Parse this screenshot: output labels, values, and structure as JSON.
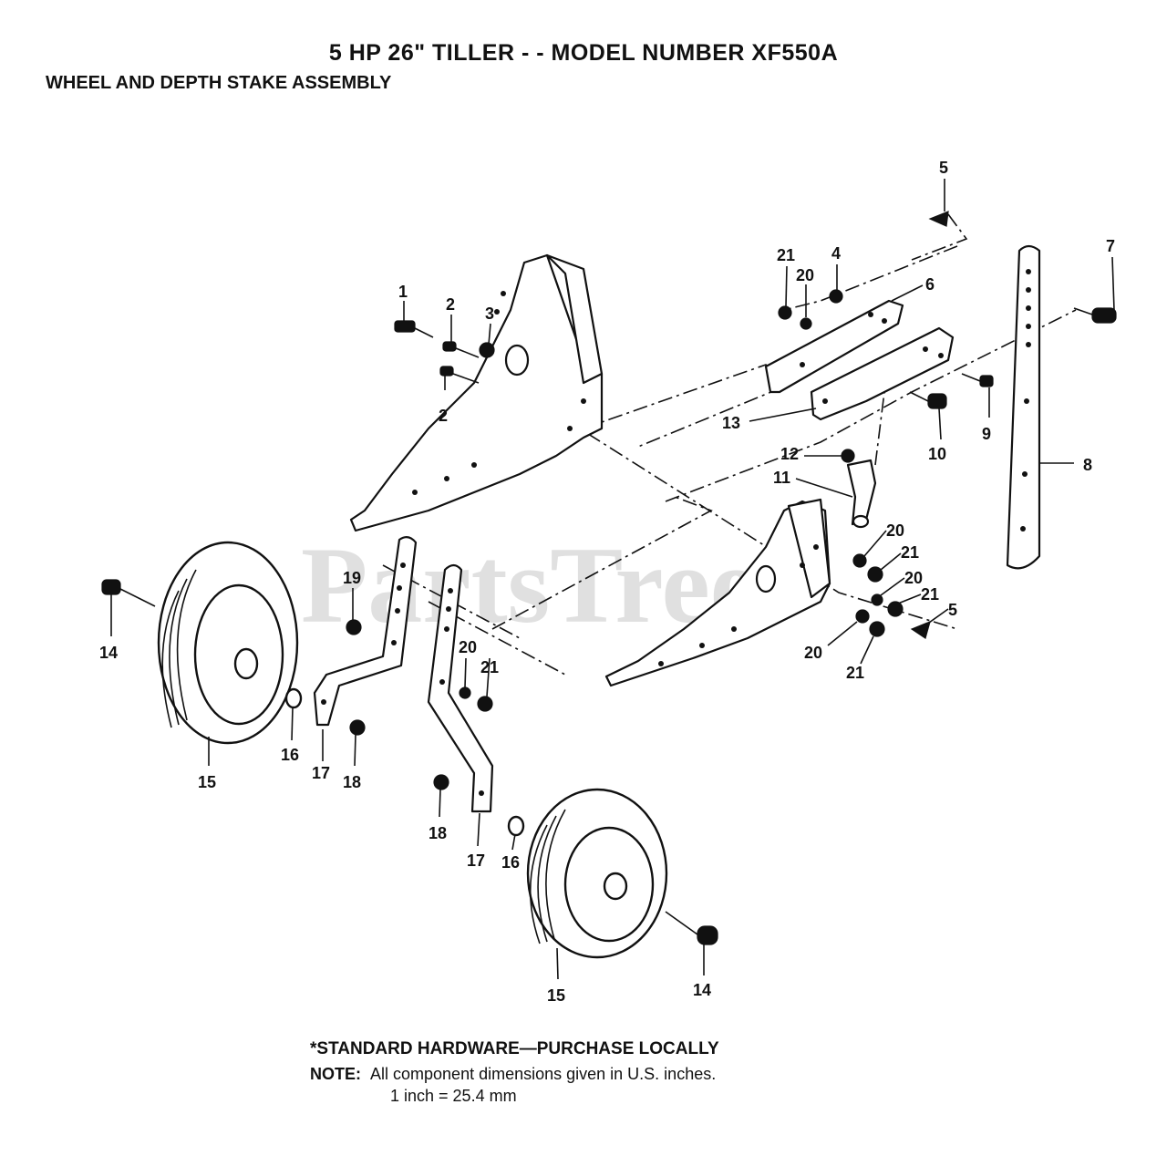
{
  "header": {
    "title": "5 HP  26\" TILLER - - MODEL NUMBER XF550A",
    "subtitle": "WHEEL AND DEPTH STAKE ASSEMBLY"
  },
  "watermark": "PartsTree",
  "callouts": {
    "c1": "1",
    "c2a": "2",
    "c2b": "2",
    "c3": "3",
    "c4": "4",
    "c5a": "5",
    "c5b": "5",
    "c6": "6",
    "c7": "7",
    "c8": "8",
    "c9": "9",
    "c10": "10",
    "c11": "11",
    "c12": "12",
    "c13": "13",
    "c14a": "14",
    "c14b": "14",
    "c15a": "15",
    "c15b": "15",
    "c16a": "16",
    "c16b": "16",
    "c17a": "17",
    "c17b": "17",
    "c18a": "18",
    "c18b": "18",
    "c19": "19",
    "c20a": "20",
    "c20b": "20",
    "c20c": "20",
    "c20d": "20",
    "c20e": "20",
    "c21a": "21",
    "c21b": "21",
    "c21c": "21",
    "c21d": "21",
    "c21e": "21"
  },
  "footer": {
    "hardware": "*STANDARD HARDWARE—PURCHASE LOCALLY",
    "note_label": "NOTE:",
    "note_text": "All component dimensions given in U.S. inches.",
    "conversion": "1 inch = 25.4 mm"
  }
}
